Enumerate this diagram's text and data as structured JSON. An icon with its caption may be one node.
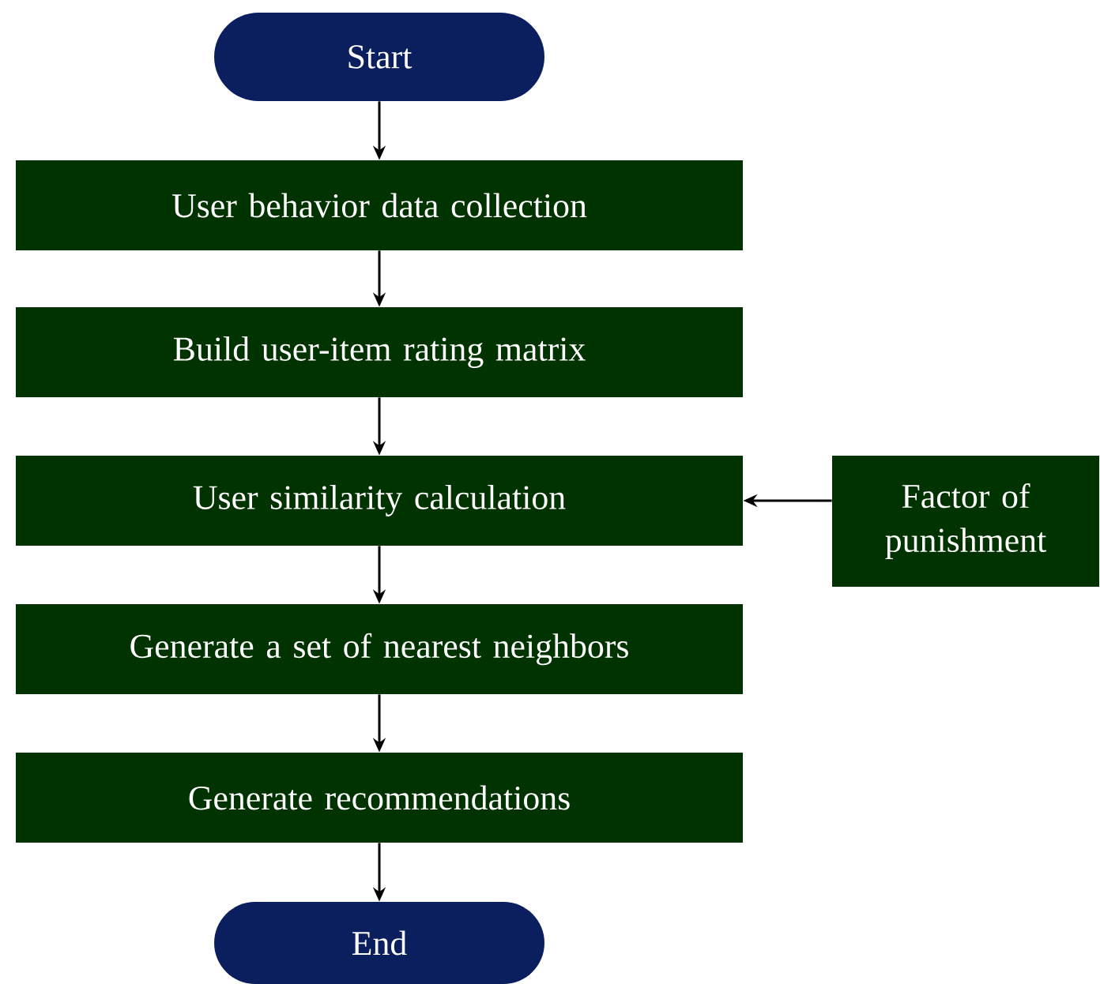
{
  "diagram": {
    "nodes": [
      {
        "text": [
          "Start"
        ]
      },
      {
        "text": [
          "User behavior data collection"
        ]
      },
      {
        "text": [
          "Build user-item rating matrix"
        ]
      },
      {
        "text": [
          "User similarity calculation"
        ]
      },
      {
        "text": [
          "Generate a set of nearest neighbors"
        ]
      },
      {
        "text": [
          "Generate recommendations"
        ]
      },
      {
        "text": [
          "End"
        ]
      },
      {
        "text": [
          "Factor of punishment"
        ]
      }
    ],
    "edges": [
      {
        "from": 0,
        "to": 1,
        "arrow": "to"
      },
      {
        "from": 1,
        "to": 2,
        "arrow": "to"
      },
      {
        "from": 2,
        "to": 3,
        "arrow": "to"
      },
      {
        "from": 3,
        "to": 4,
        "arrow": "to"
      },
      {
        "from": 4,
        "to": 5,
        "arrow": "to"
      },
      {
        "from": 5,
        "to": 6,
        "arrow": "to"
      },
      {
        "from": 7,
        "to": 3,
        "arrow": "to"
      }
    ]
  }
}
